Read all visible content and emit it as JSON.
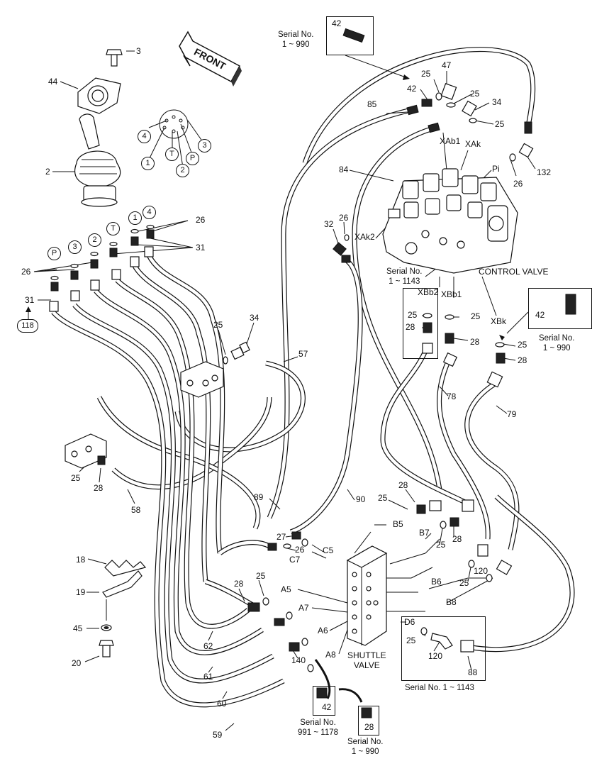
{
  "front_label": "FRONT",
  "callouts": {
    "c3": "3",
    "c44": "44",
    "c2": "2",
    "c26a": "26",
    "c31a": "31",
    "c26b": "26",
    "c31b": "31",
    "c118": "118",
    "c25a": "25",
    "c34a": "34",
    "c57": "57",
    "c25b": "25",
    "c28a": "28",
    "c58": "58",
    "c42a": "42",
    "c42b": "42",
    "c25c": "25",
    "c47": "47",
    "c25d": "25",
    "c34b": "34",
    "c85": "85",
    "c25e": "25",
    "c84": "84",
    "c132": "132",
    "c26c": "26",
    "c26d": "26",
    "c32": "32",
    "c25f": "25",
    "c28b": "28",
    "c25g": "25",
    "c28c": "28",
    "c42c": "42",
    "c25h": "25",
    "c28d": "28",
    "c78": "78",
    "c79": "79",
    "c89": "89",
    "c90": "90",
    "c28e": "28",
    "c25i": "25",
    "c27": "27",
    "c26e": "26",
    "c25j": "25",
    "c28f": "28",
    "c120a": "120",
    "c25k": "25",
    "c18": "18",
    "c19": "19",
    "c45": "45",
    "c20": "20",
    "c28g": "28",
    "c25l": "25",
    "c62": "62",
    "c61": "61",
    "c60": "60",
    "c59": "59",
    "c140": "140",
    "c42d": "42",
    "c28h": "28",
    "c25m": "25",
    "c120b": "120",
    "c88": "88"
  },
  "ports": {
    "pXAb1": "XAb1",
    "pXAk": "XAk",
    "pPi": "Pi",
    "pXAk2": "XAk2",
    "pXBb2": "XBb2",
    "pXBb1": "XBb1",
    "pXBk": "XBk",
    "pB5": "B5",
    "pB7": "B7",
    "pC5": "C5",
    "pC7": "C7",
    "pA5": "A5",
    "pA7": "A7",
    "pA6": "A6",
    "pA8": "A8",
    "pB6": "B6",
    "pB8": "B8",
    "pD6": "D6"
  },
  "circled": {
    "top4": "4",
    "topT": "T",
    "top1": "1",
    "top2": "2",
    "topP": "P",
    "top3": "3",
    "row1": "1",
    "row4": "4",
    "rowT": "T",
    "row2": "2",
    "row3": "3",
    "rowP": "P"
  },
  "serials": {
    "s1": "Serial No.\n1 ~ 990",
    "s2": "Serial No.\n1 ~ 1143",
    "s3": "Serial No.\n1 ~ 990",
    "s4": "Serial No. 1 ~ 1143",
    "s5": "Serial No.\n991 ~ 1178",
    "s6": "Serial No.\n1 ~ 990"
  },
  "valves": {
    "control": "CONTROL VALVE",
    "shuttle": "SHUTTLE\nVALVE"
  }
}
